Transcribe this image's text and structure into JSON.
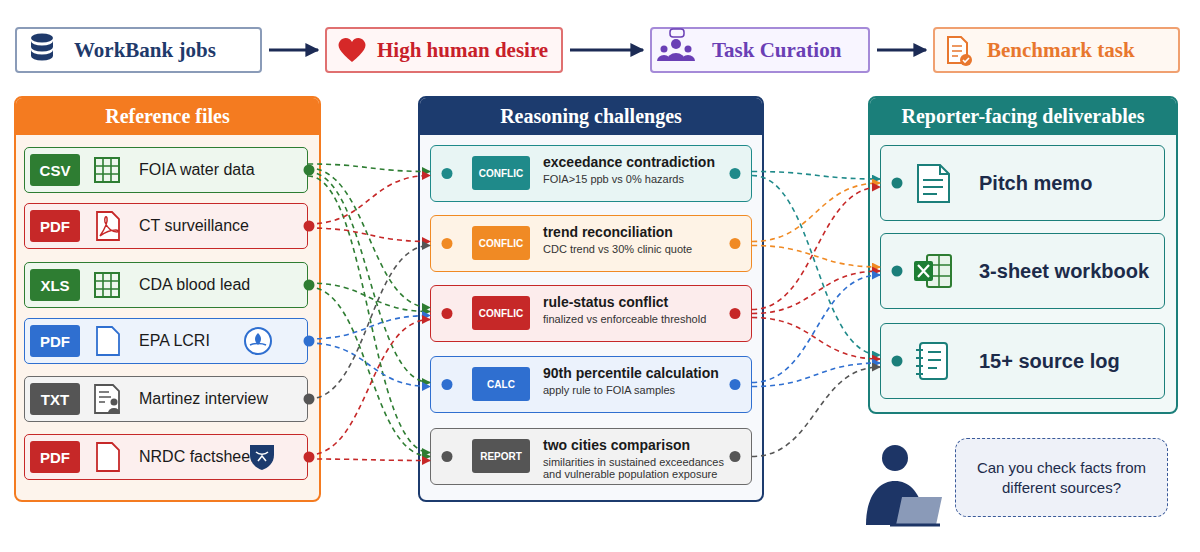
{
  "diagram": {
    "nodes": [
      {
        "text": [
          "WorkBank jobs"
        ]
      },
      {
        "text": [
          "High human desire"
        ]
      },
      {
        "text": [
          "Task Curation"
        ]
      },
      {
        "text": [
          "Benchmark task"
        ]
      },
      {
        "text": [
          "Reference files"
        ]
      },
      {
        "text": [
          "FOIA water data"
        ],
        "in": 4
      },
      {
        "text": [
          "CSV"
        ],
        "in": 5
      },
      {
        "text": [
          "CT surveillance"
        ],
        "in": 4
      },
      {
        "text": [
          "PDF"
        ],
        "in": 7
      },
      {
        "text": [
          "CDA blood lead"
        ],
        "in": 4
      },
      {
        "text": [
          "XLS"
        ],
        "in": 9
      },
      {
        "text": [
          "EPA LCRI"
        ],
        "in": 4
      },
      {
        "text": [
          "PDF"
        ],
        "in": 11
      },
      {
        "text": [
          "Martinez interview"
        ],
        "in": 4
      },
      {
        "text": [
          "TXT"
        ],
        "in": 13
      },
      {
        "text": [
          "NRDC factsheet"
        ],
        "in": 4
      },
      {
        "text": [
          "PDF"
        ],
        "in": 15
      },
      {
        "text": [
          "Reasoning challenges"
        ]
      },
      {
        "text": [
          "exceedance contradiction",
          "FOIA>15 ppb vs 0% hazards"
        ],
        "in": 17
      },
      {
        "text": [
          "CONFLIC"
        ],
        "in": 18
      },
      {
        "text": [
          "trend reconciliation",
          "CDC trend vs 30% clinic quote"
        ],
        "in": 17
      },
      {
        "text": [
          "CONFLIC"
        ],
        "in": 20
      },
      {
        "text": [
          "rule-status conflict",
          "finalized vs enforceable threshold"
        ],
        "in": 17
      },
      {
        "text": [
          "CONFLIC"
        ],
        "in": 22
      },
      {
        "text": [
          "90th percentile calculation",
          "apply rule to FOIA samples"
        ],
        "in": 17
      },
      {
        "text": [
          "CALC"
        ],
        "in": 24
      },
      {
        "text": [
          "two cities comparison",
          "similarities in sustained exceedances and vulnerable population exposure"
        ],
        "in": 17
      },
      {
        "text": [
          "REPORT"
        ],
        "in": 26
      },
      {
        "text": [
          "Reporter-facing deliverables"
        ]
      },
      {
        "text": [
          "Pitch memo"
        ],
        "in": 28
      },
      {
        "text": [
          "3-sheet workbook"
        ],
        "in": 28
      },
      {
        "text": [
          "15+ source log"
        ],
        "in": 28
      },
      {
        "text": [
          "Can you check facts from different sources?"
        ]
      }
    ],
    "edges": [
      {
        "from": 0,
        "to": 1,
        "arrow": "to"
      },
      {
        "from": 1,
        "to": 2,
        "arrow": "to"
      },
      {
        "from": 2,
        "to": 3,
        "arrow": "to"
      },
      {
        "from": 5,
        "to": 18,
        "arrow": "to"
      },
      {
        "from": 5,
        "to": 22,
        "arrow": "to"
      },
      {
        "from": 5,
        "to": 24,
        "arrow": "to"
      },
      {
        "from": 5,
        "to": 26,
        "arrow": "to"
      },
      {
        "from": 7,
        "to": 18,
        "arrow": "to"
      },
      {
        "from": 7,
        "to": 20,
        "arrow": "to"
      },
      {
        "from": 9,
        "to": 22,
        "arrow": "to"
      },
      {
        "from": 9,
        "to": 26,
        "arrow": "to"
      },
      {
        "from": 11,
        "to": 22,
        "arrow": "to"
      },
      {
        "from": 11,
        "to": 24,
        "arrow": "to"
      },
      {
        "from": 13,
        "to": 20,
        "arrow": "to"
      },
      {
        "from": 15,
        "to": 22,
        "arrow": "to"
      },
      {
        "from": 15,
        "to": 26,
        "arrow": "to"
      },
      {
        "from": 18,
        "to": 29,
        "arrow": "to"
      },
      {
        "from": 18,
        "to": 31,
        "arrow": "to"
      },
      {
        "from": 20,
        "to": 29,
        "arrow": "to"
      },
      {
        "from": 20,
        "to": 30,
        "arrow": "to"
      },
      {
        "from": 22,
        "to": 29,
        "arrow": "to"
      },
      {
        "from": 22,
        "to": 30,
        "arrow": "to"
      },
      {
        "from": 22,
        "to": 31,
        "arrow": "to"
      },
      {
        "from": 24,
        "to": 30,
        "arrow": "to"
      },
      {
        "from": 24,
        "to": 31,
        "arrow": "to"
      },
      {
        "from": 26,
        "to": 31,
        "arrow": "to"
      }
    ]
  }
}
